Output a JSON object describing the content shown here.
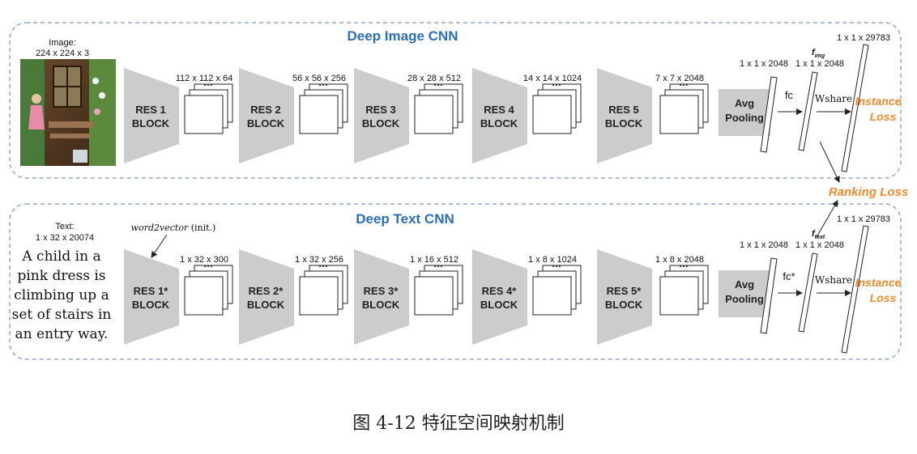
{
  "image_branch": {
    "title": "Deep Image CNN",
    "input_label_line1": "Image:",
    "input_label_line2": "224 x 224 x 3",
    "blocks": [
      {
        "line1": "RES 1",
        "line2": "BLOCK",
        "dim": "112 x 112 x 64"
      },
      {
        "line1": "RES 2",
        "line2": "BLOCK",
        "dim": "56 x 56 x 256"
      },
      {
        "line1": "RES 3",
        "line2": "BLOCK",
        "dim": "28 x 28 x 512"
      },
      {
        "line1": "RES 4",
        "line2": "BLOCK",
        "dim": "14 x 14 x 1024"
      },
      {
        "line1": "RES 5",
        "line2": "BLOCK",
        "dim": "7 x 7 x 2048"
      }
    ],
    "pool_line1": "Avg",
    "pool_line2": "Pooling",
    "vec1_dim": "1 x 1 x 2048",
    "vec2_dim": "1 x 1 x 2048",
    "vec3_dim": "1 x 1 x 29783",
    "fc_label": "fc",
    "f_label": "f",
    "f_sub": "img",
    "w_label": "Wshare",
    "loss_line1": "Instance",
    "loss_line2": "Loss"
  },
  "text_branch": {
    "title": "Deep Text CNN",
    "input_label_line1": "Text:",
    "input_label_line2": "1 x 32 x 20074",
    "sentence_lines": [
      "A child in a",
      "pink dress is",
      "climbing up a",
      "set of stairs in",
      "an entry way."
    ],
    "w2v_italic": "word2vector",
    "w2v_rest": " (init.)",
    "blocks": [
      {
        "line1": "RES 1*",
        "line2": "BLOCK",
        "dim": "1 x 32 x 300"
      },
      {
        "line1": "RES 2*",
        "line2": "BLOCK",
        "dim": "1 x 32 x 256"
      },
      {
        "line1": "RES 3*",
        "line2": "BLOCK",
        "dim": "1 x 16 x 512"
      },
      {
        "line1": "RES 4*",
        "line2": "BLOCK",
        "dim": "1 x 8 x 1024"
      },
      {
        "line1": "RES 5*",
        "line2": "BLOCK",
        "dim": "1 x 8 x 2048"
      }
    ],
    "pool_line1": "Avg",
    "pool_line2": "Pooling",
    "vec1_dim": "1 x 1 x 2048",
    "vec2_dim": "1 x 1 x 2048",
    "vec3_dim": "1 x 1 x 29783",
    "fc_label": "fc*",
    "f_label": "f",
    "f_sub": "text",
    "w_label": "Wshare",
    "loss_line1": "Instance",
    "loss_line2": "Loss"
  },
  "ranking_loss": "Ranking Loss",
  "dots": "…",
  "caption": "图 4-12  特征空间映射机制",
  "colors": {
    "title_blue": "#2a6ebb",
    "loss_orange": "#f08a2c",
    "box_border": "#8fa9cc",
    "block_gray": "#cccccc"
  }
}
